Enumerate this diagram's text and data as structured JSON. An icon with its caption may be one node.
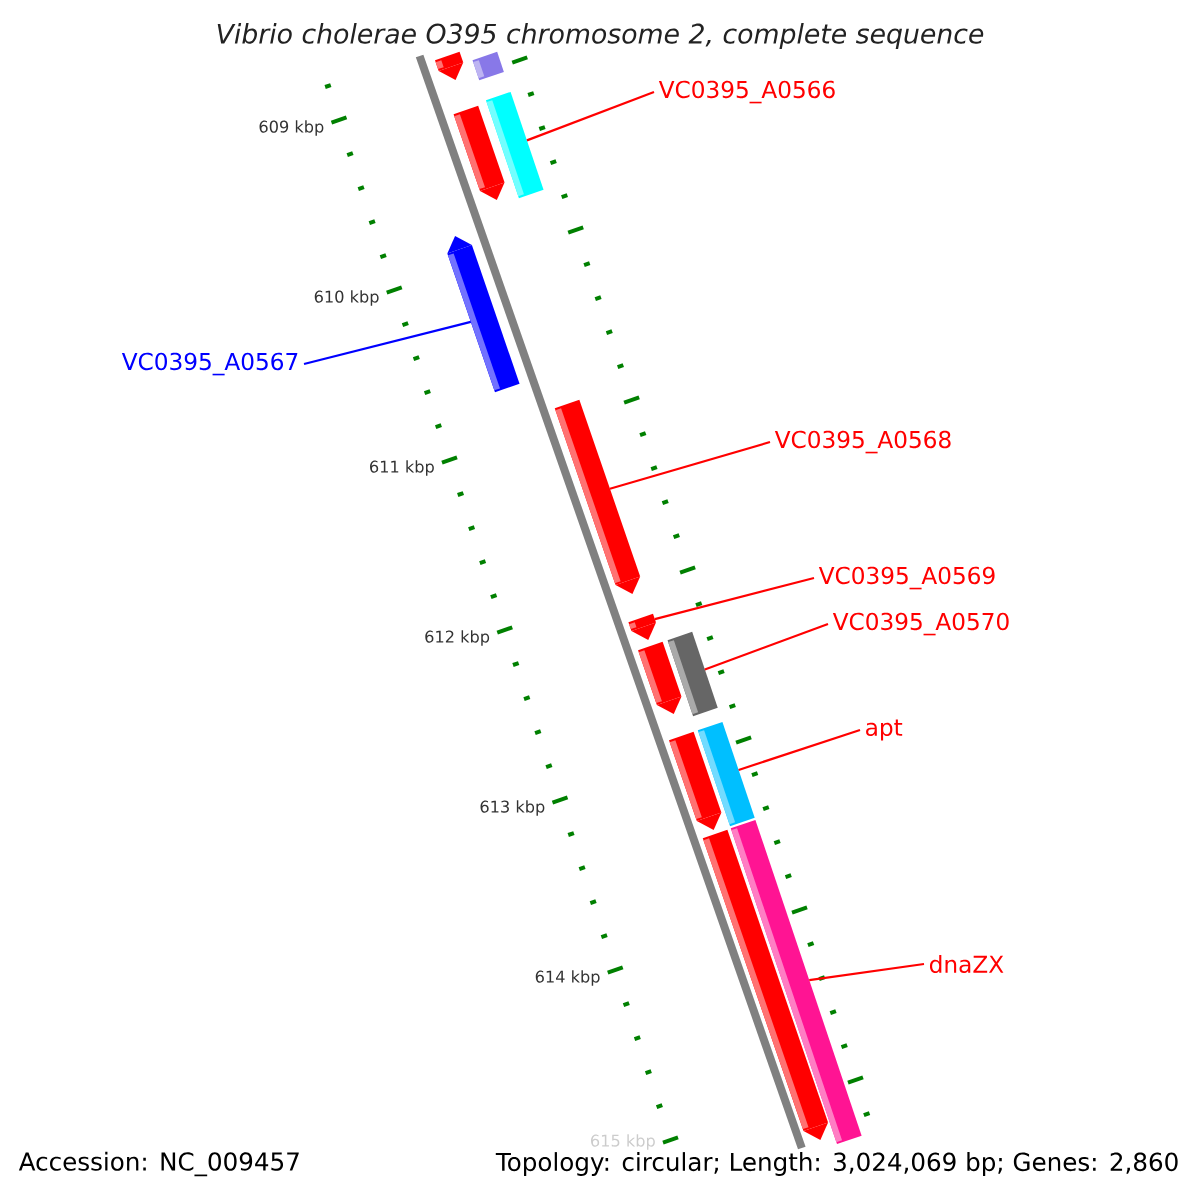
{
  "diagram": {
    "title": "Vibrio cholerae O395 chromosome 2, complete sequence",
    "nodes": [
      {
        "text": [],
        "shape": "bar"
      },
      {
        "text": [],
        "shape": "bar"
      },
      {
        "text": [],
        "shape": "bar"
      },
      {
        "text": [],
        "shape": "bar"
      },
      {
        "text": [],
        "shape": "bar"
      },
      {
        "text": [],
        "shape": "bar"
      },
      {
        "text": [],
        "shape": "bar"
      },
      {
        "text": [],
        "shape": "bar"
      },
      {
        "text": [],
        "shape": "bar"
      },
      {
        "text": [],
        "shape": "bar"
      },
      {
        "text": [],
        "shape": "bar"
      },
      {
        "text": [],
        "shape": "bar"
      },
      {
        "text": [],
        "shape": "bar"
      },
      {
        "text": [
          "VC0395_A0566"
        ]
      },
      {
        "text": [
          "VC0395_A0567"
        ]
      },
      {
        "text": [
          "VC0395_A0568"
        ]
      },
      {
        "text": [
          "VC0395_A0569"
        ]
      },
      {
        "text": [
          "VC0395_A0570"
        ]
      },
      {
        "text": [
          "apt"
        ]
      },
      {
        "text": [
          "dnaZX"
        ]
      }
    ],
    "edges": [
      {
        "from": 13,
        "to": 3,
        "arrow": "none"
      },
      {
        "from": 14,
        "to": 4,
        "arrow": "none",
        "color": "#0000ff"
      },
      {
        "from": 15,
        "to": 5,
        "arrow": "none"
      },
      {
        "from": 16,
        "to": 6,
        "arrow": "none"
      },
      {
        "from": 17,
        "to": 8,
        "arrow": "none"
      },
      {
        "from": 18,
        "to": 10,
        "arrow": "none"
      },
      {
        "from": 19,
        "to": 12,
        "arrow": "none"
      }
    ],
    "labels": [
      "609 kbp",
      "610 kbp",
      "611 kbp",
      "612 kbp",
      "613 kbp",
      "614 kbp",
      "615 kbp",
      "Accession: NC_009457",
      "Topology: circular; Length: 3,024,069 bp; Genes: 2,860"
    ]
  }
}
